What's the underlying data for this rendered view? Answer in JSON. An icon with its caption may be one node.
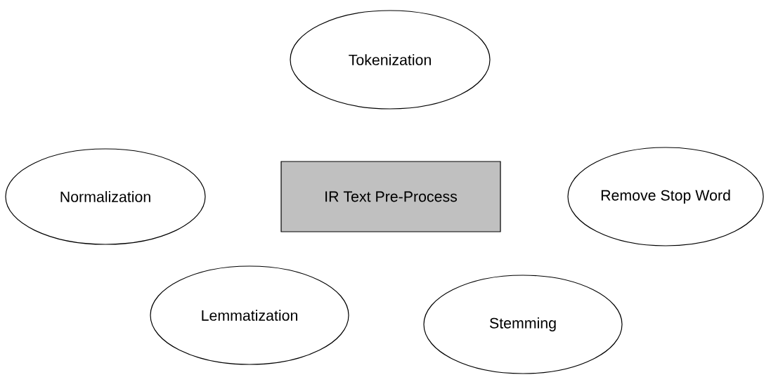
{
  "diagram": {
    "nodes": [
      {
        "text": [
          "Tokenization"
        ]
      },
      {
        "text": [
          "Normalization"
        ]
      },
      {
        "text": [
          "IR Text Pre-Process"
        ]
      },
      {
        "text": [
          "Remove Stop Word"
        ]
      },
      {
        "text": [
          "Lemmatization"
        ]
      },
      {
        "text": [
          "Stemming"
        ]
      }
    ]
  }
}
